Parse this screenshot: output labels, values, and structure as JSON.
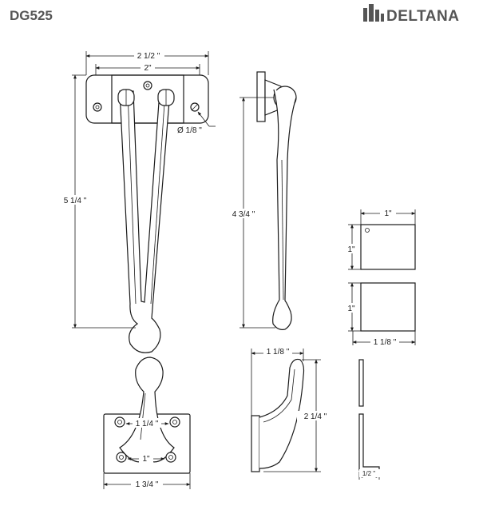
{
  "header": {
    "model": "DG525",
    "brand": "DELTANA"
  },
  "colors": {
    "line": "#1a1a1a",
    "header_text": "#555555",
    "background": "#ffffff"
  },
  "icons": {
    "brand_logo": "deltana-building-logo-icon"
  },
  "front_view": {
    "overall_width": "2 1/2 \"",
    "hole_spacing": "2\"",
    "hole_diameter": "Ø 1/8 \"",
    "overall_height": "5 1/4 \""
  },
  "side_view": {
    "height": "4 3/4 \""
  },
  "square_views": {
    "top_width": "1\"",
    "top_height": "1\"",
    "bottom_height": "1\"",
    "bottom_width": "1 1/8 \""
  },
  "receiver_front": {
    "vertical_spacing": "1 1/4 \"",
    "horizontal_spacing": "1\"",
    "base_width": "1 3/4 \""
  },
  "receiver_side": {
    "depth": "1 1/8 \"",
    "height": "2 1/4 \""
  },
  "bracket_view": {
    "thickness": "1/2 \""
  }
}
